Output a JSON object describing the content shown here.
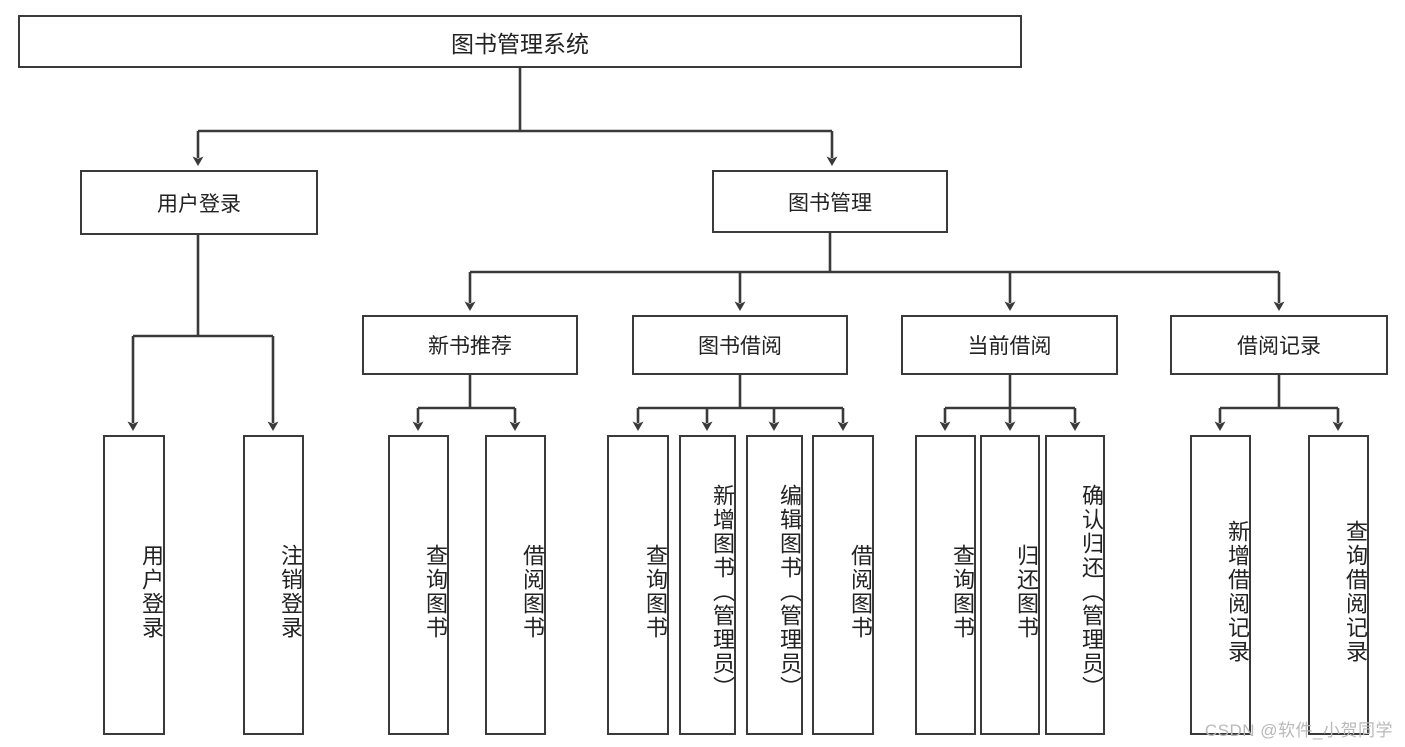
{
  "diagram": {
    "type": "tree-hierarchy",
    "title": "图书管理系统",
    "nodes": {
      "root": {
        "label": "图书管理系统",
        "level": 0
      },
      "user_login": {
        "label": "用户登录",
        "level": 1
      },
      "book_manage": {
        "label": "图书管理",
        "level": 1
      },
      "new_book_rec": {
        "label": "新书推荐",
        "level": 2
      },
      "book_borrow": {
        "label": "图书借阅",
        "level": 2
      },
      "current_borrow": {
        "label": "当前借阅",
        "level": 2
      },
      "borrow_record": {
        "label": "借阅记录",
        "level": 2
      },
      "leaf_user_login": {
        "label": "用户登录",
        "level": 3
      },
      "leaf_logout": {
        "label": "注销登录",
        "level": 3
      },
      "leaf_query_book_1": {
        "label": "查询图书",
        "level": 3
      },
      "leaf_borrow_book_1": {
        "label": "借阅图书",
        "level": 3
      },
      "leaf_query_book_2": {
        "label": "查询图书",
        "level": 3
      },
      "leaf_add_book": {
        "label": "新增图书（管理员）",
        "level": 3
      },
      "leaf_edit_book": {
        "label": "编辑图书（管理员）",
        "level": 3
      },
      "leaf_borrow_book_2": {
        "label": "借阅图书",
        "level": 3
      },
      "leaf_query_book_3": {
        "label": "查询图书",
        "level": 3
      },
      "leaf_return_book": {
        "label": "归还图书",
        "level": 3
      },
      "leaf_confirm_return": {
        "label": "确认归还（管理员）",
        "level": 3
      },
      "leaf_add_record": {
        "label": "新增借阅记录",
        "level": 3
      },
      "leaf_query_record": {
        "label": "查询借阅记录",
        "level": 3
      }
    },
    "edges": [
      {
        "from": "root",
        "to": "user_login"
      },
      {
        "from": "root",
        "to": "book_manage"
      },
      {
        "from": "user_login",
        "to": "leaf_user_login"
      },
      {
        "from": "user_login",
        "to": "leaf_logout"
      },
      {
        "from": "book_manage",
        "to": "new_book_rec"
      },
      {
        "from": "book_manage",
        "to": "book_borrow"
      },
      {
        "from": "book_manage",
        "to": "current_borrow"
      },
      {
        "from": "book_manage",
        "to": "borrow_record"
      },
      {
        "from": "new_book_rec",
        "to": "leaf_query_book_1"
      },
      {
        "from": "new_book_rec",
        "to": "leaf_borrow_book_1"
      },
      {
        "from": "book_borrow",
        "to": "leaf_query_book_2"
      },
      {
        "from": "book_borrow",
        "to": "leaf_add_book"
      },
      {
        "from": "book_borrow",
        "to": "leaf_edit_book"
      },
      {
        "from": "book_borrow",
        "to": "leaf_borrow_book_2"
      },
      {
        "from": "current_borrow",
        "to": "leaf_query_book_3"
      },
      {
        "from": "current_borrow",
        "to": "leaf_return_book"
      },
      {
        "from": "current_borrow",
        "to": "leaf_confirm_return"
      },
      {
        "from": "borrow_record",
        "to": "leaf_add_record"
      },
      {
        "from": "borrow_record",
        "to": "leaf_query_record"
      }
    ],
    "colors": {
      "box_border": "#3a3a3a",
      "box_fill": "#ffffff",
      "connector": "#3a3a3a",
      "text": "#222222",
      "watermark": "#b9b9b9",
      "background": "#ffffff"
    }
  },
  "watermark": {
    "text": "CSDN @软件_小贺同学"
  }
}
